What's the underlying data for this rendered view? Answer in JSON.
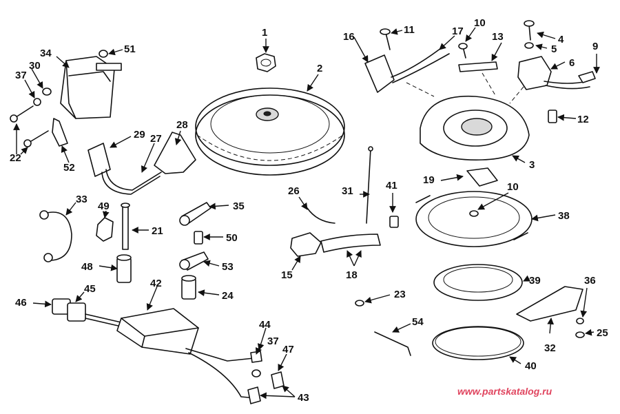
{
  "watermark": "www.partskatalog.ru",
  "colors": {
    "line": "#111111",
    "background": "#ffffff",
    "watermark": "#e0455f"
  },
  "callouts": [
    "1",
    "2",
    "3",
    "4",
    "5",
    "6",
    "9",
    "10",
    "10",
    "11",
    "12",
    "13",
    "15",
    "16",
    "17",
    "18",
    "19",
    "21",
    "22",
    "23",
    "24",
    "25",
    "26",
    "27",
    "28",
    "29",
    "30",
    "31",
    "32",
    "33",
    "34",
    "35",
    "36",
    "37",
    "37",
    "38",
    "39",
    "40",
    "41",
    "42",
    "43",
    "44",
    "45",
    "46",
    "47",
    "48",
    "49",
    "50",
    "51",
    "52",
    "53",
    "54"
  ]
}
